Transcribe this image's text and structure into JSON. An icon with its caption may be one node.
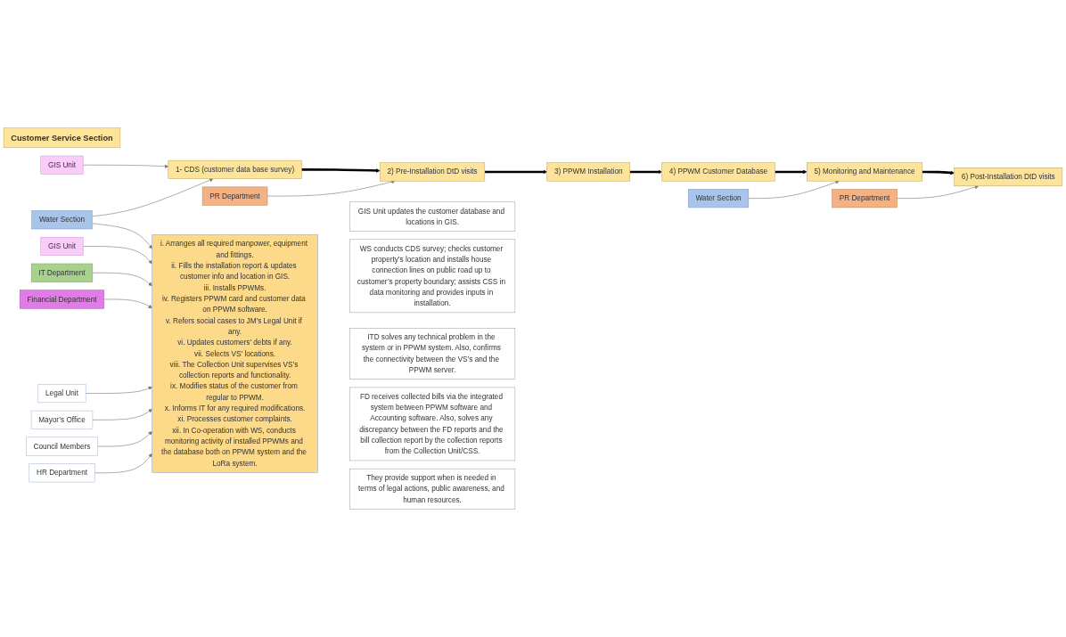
{
  "diagram": {
    "nodes": [
      {
        "text": [
          "Customer Service Section"
        ]
      },
      {
        "text": [
          "1- CDS (customer data base survey)"
        ]
      },
      {
        "text": [
          "GIS Unit"
        ]
      },
      {
        "text": [
          "GIS Unit updates the customer database and locations in GIS."
        ]
      },
      {
        "text": [
          "Water Section"
        ]
      },
      {
        "text": [
          "WS conducts CDS survey; checks customer property’s location and installs house connection lines on public road up to customer’s property boundary; assists CSS in data monitoring and provides inputs in installation."
        ]
      },
      {
        "text": [
          "2) Pre-Installation DtD visits"
        ]
      },
      {
        "text": [
          "PR Department"
        ]
      },
      {
        "text": [
          "GIS Unit"
        ]
      },
      {
        "text": [
          "ITD solves any technical problem in the system or in PPWM system. Also, confirms the connectivity between the VS’s and the PPWM server."
        ]
      },
      {
        "text": [
          "3) PPWM Installation"
        ]
      },
      {
        "text": [
          "i. Arranges all required manpower, equipment and fittings.",
          "ii. Fills the installation report & updates customer info and location in GIS.",
          "iii. Installs PPWMs.",
          "iv. Registers PPWM card and customer data on PPWM software.",
          "v. Refers social cases to JM’s Legal Unit if any.",
          "vi. Updates customers' debts if any.",
          "vii. Selects VS' locations.",
          "viii. The Collection Unit supervises VS’s collection reports and functionality.",
          "ix. Modifies status of the customer from regular to PPWM.",
          "x. Informs IT for any required modifications.",
          "xi. Processes customer complaints.",
          "xii. In Co-operation with WS, conducts monitoring activity of installed PPWMs and the database both on PPWM system and the LoRa system."
        ]
      },
      {
        "text": [
          "IT Department"
        ]
      },
      {
        "text": [
          "Financial Department"
        ]
      },
      {
        "text": [
          "4) PPWM Customer Database"
        ]
      },
      {
        "text": [
          "FD receives collected bills via the integrated system between PPWM software and Accounting software. Also, solves any discrepancy between the FD reports and the bill collection report by the collection reports from the Collection Unit/CSS."
        ]
      },
      {
        "text": [
          "5) Monitoring and Maintenance"
        ]
      },
      {
        "text": [
          "Legal Unit"
        ]
      },
      {
        "text": [
          "Mayor’s Office"
        ]
      },
      {
        "text": [
          "Council Members"
        ]
      },
      {
        "text": [
          "HR Department"
        ]
      },
      {
        "text": [
          "Water Section"
        ]
      },
      {
        "text": [
          "6) Post-Installation DtD visits"
        ]
      },
      {
        "text": [
          "PR Department"
        ]
      },
      {
        "text": [
          "They provide support when is needed in terms of legal actions, public awareness, and human resources."
        ]
      }
    ],
    "edges": [
      {
        "from": 1,
        "to": 6,
        "arrow": "to",
        "style": "thick",
        "color": "#000000"
      },
      {
        "from": 6,
        "to": 10,
        "arrow": "to",
        "style": "thick",
        "color": "#000000"
      },
      {
        "from": 10,
        "to": 14,
        "arrow": "to",
        "style": "thick",
        "color": "#000000"
      },
      {
        "from": 14,
        "to": 16,
        "arrow": "to",
        "style": "thick",
        "color": "#000000"
      },
      {
        "from": 16,
        "to": 22,
        "arrow": "to",
        "style": "thick",
        "color": "#000000"
      },
      {
        "from": 2,
        "to": 1,
        "arrow": "to"
      },
      {
        "from": 4,
        "to": 1,
        "arrow": "to"
      },
      {
        "from": 4,
        "to": 11,
        "arrow": "to"
      },
      {
        "from": 7,
        "to": 6,
        "arrow": "to"
      },
      {
        "from": 8,
        "to": 11,
        "arrow": "to"
      },
      {
        "from": 12,
        "to": 11,
        "arrow": "to"
      },
      {
        "from": 13,
        "to": 11,
        "arrow": "to"
      },
      {
        "from": 17,
        "to": 11,
        "arrow": "to"
      },
      {
        "from": 18,
        "to": 11,
        "arrow": "to"
      },
      {
        "from": 19,
        "to": 11,
        "arrow": "to"
      },
      {
        "from": 20,
        "to": 11,
        "arrow": "to"
      },
      {
        "from": 21,
        "to": 16,
        "arrow": "to"
      },
      {
        "from": 23,
        "to": 22,
        "arrow": "to"
      }
    ]
  }
}
